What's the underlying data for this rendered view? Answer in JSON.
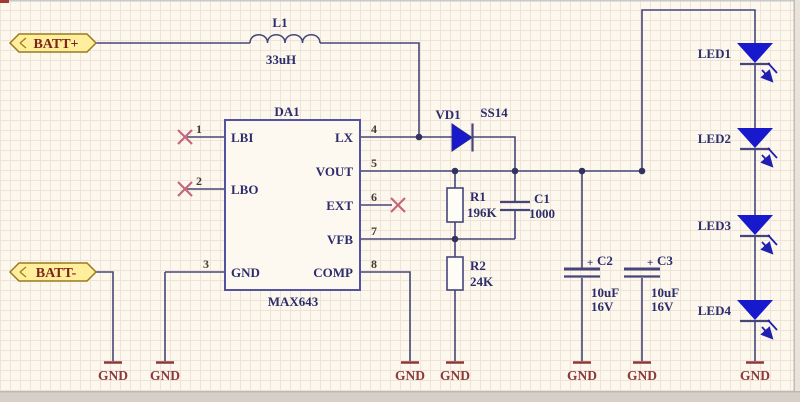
{
  "colors": {
    "background": "#fcf8ee",
    "grid": "#f1e2d8",
    "wire": "#46467a",
    "component_blue": "#1818cd",
    "chip_border": "#5353a0",
    "label_navy": "#2d2d6b",
    "gnd_red": "#8c3838",
    "no_connect_red": "#c4677a",
    "connector_fill": "#ffee9c",
    "connector_border": "#9a7a20",
    "connector_text": "#7c241c"
  },
  "connectors": {
    "batt_plus": "BATT+",
    "batt_minus": "BATT-"
  },
  "inductor": {
    "ref": "L1",
    "value": "33uH"
  },
  "chip": {
    "ref": "DA1",
    "part": "MAX643",
    "pins": [
      {
        "num": "1",
        "name": "LBI",
        "side": "left",
        "no_connect": true
      },
      {
        "num": "2",
        "name": "LBO",
        "side": "left",
        "no_connect": true
      },
      {
        "num": "3",
        "name": "GND",
        "side": "left"
      },
      {
        "num": "4",
        "name": "LX",
        "side": "right"
      },
      {
        "num": "5",
        "name": "VOUT",
        "side": "right"
      },
      {
        "num": "6",
        "name": "EXT",
        "side": "right",
        "no_connect": true
      },
      {
        "num": "7",
        "name": "VFB",
        "side": "right"
      },
      {
        "num": "8",
        "name": "COMP",
        "side": "right"
      }
    ]
  },
  "diode": {
    "ref": "VD1",
    "part": "SS14"
  },
  "resistors": [
    {
      "ref": "R1",
      "value": "196K"
    },
    {
      "ref": "R2",
      "value": "24K"
    }
  ],
  "capacitors": [
    {
      "ref": "C1",
      "value": "1000"
    },
    {
      "ref": "C2",
      "plus": "+",
      "value": "10uF",
      "voltage": "16V"
    },
    {
      "ref": "C3",
      "plus": "+",
      "value": "10uF",
      "voltage": "16V"
    }
  ],
  "leds": [
    {
      "ref": "LED1"
    },
    {
      "ref": "LED2"
    },
    {
      "ref": "LED3"
    },
    {
      "ref": "LED4"
    }
  ],
  "ground": {
    "label": "GND"
  }
}
